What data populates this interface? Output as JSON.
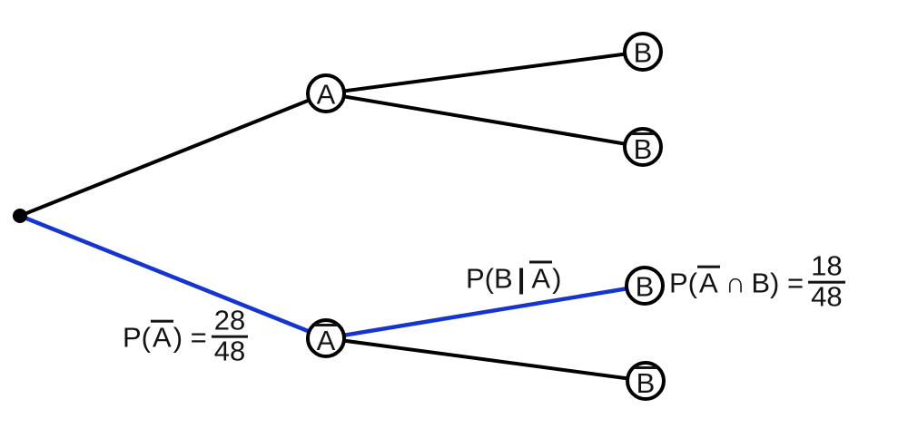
{
  "diagram": {
    "type": "probability-tree",
    "colors": {
      "edge": "#000000",
      "highlight_edge": "#1435d1",
      "text": "#141414",
      "node_fill": "#ffffff"
    },
    "nodes": {
      "root": {
        "label": "",
        "shape": "filled-dot"
      },
      "a": {
        "label": "A",
        "complement": false
      },
      "not_a": {
        "label": "A",
        "complement": true
      },
      "a_b": {
        "label": "B",
        "complement": false
      },
      "a_not_b": {
        "label": "B",
        "complement": true
      },
      "not_a_b": {
        "label": "B",
        "complement": false
      },
      "not_a_not_b": {
        "label": "B",
        "complement": true
      }
    },
    "edges": {
      "root_a": {
        "from": "root",
        "to": "a",
        "highlighted": false
      },
      "root_not_a": {
        "from": "root",
        "to": "not_a",
        "highlighted": true
      },
      "a_b": {
        "from": "a",
        "to": "a_b",
        "highlighted": false
      },
      "a_not_b": {
        "from": "a",
        "to": "a_not_b",
        "highlighted": false
      },
      "not_a_b": {
        "from": "not_a",
        "to": "not_a_b",
        "highlighted": true
      },
      "not_a_not_b": {
        "from": "not_a",
        "to": "not_a_not_b",
        "highlighted": false
      }
    },
    "labels": {
      "p_not_a": {
        "pre": "P(",
        "bar": "A",
        "post": ") = ",
        "numerator": "28",
        "denominator": "48"
      },
      "p_b_given_not_a": {
        "pre": "P(B",
        "pipe": "|",
        "bar": "A",
        "post": ")"
      },
      "p_not_a_and_b": {
        "pre": "P(",
        "bar": "A",
        "post": " ∩ B) = ",
        "numerator": "18",
        "denominator": "48"
      }
    }
  }
}
